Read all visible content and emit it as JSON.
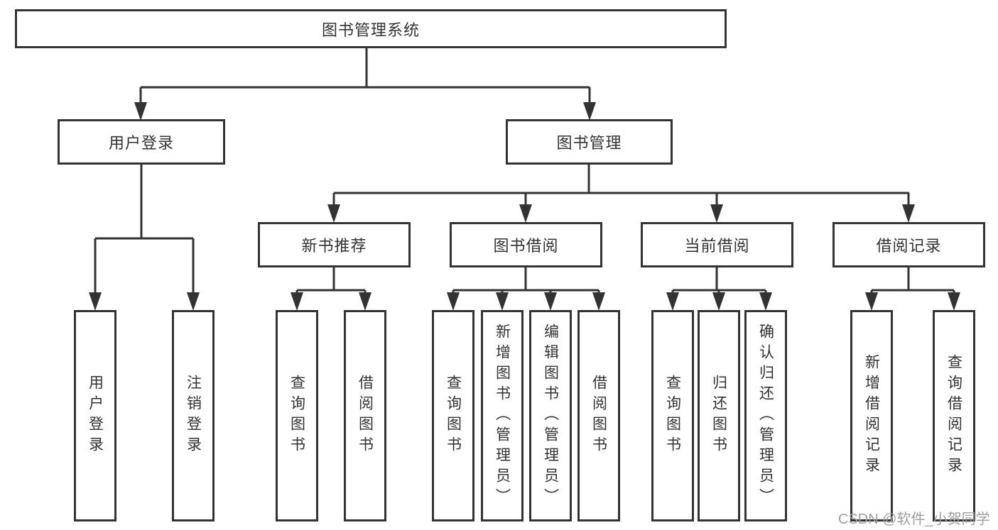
{
  "diagram": {
    "title": "图书管理系统",
    "level1": [
      "用户登录",
      "图书管理"
    ],
    "level2": [
      "新书推荐",
      "图书借阅",
      "当前借阅",
      "借阅记录"
    ],
    "login_children": [
      "用户登录",
      "注销登录"
    ],
    "newbook_children": [
      "查询图书",
      "借阅图书"
    ],
    "borrow_children": [
      "查询图书",
      "新增图书（管理员）",
      "编辑图书（管理员）",
      "借阅图书"
    ],
    "current_children": [
      "查询图书",
      "归还图书",
      "确认归还（管理员）"
    ],
    "record_children": [
      "新增借阅记录",
      "查询借阅记录"
    ]
  },
  "watermark": {
    "text": "CSDN @软件_小贺同学"
  },
  "colors": {
    "line": "#333333",
    "text": "#333333",
    "background": "#ffffff",
    "watermark": "#9e9e9e"
  }
}
